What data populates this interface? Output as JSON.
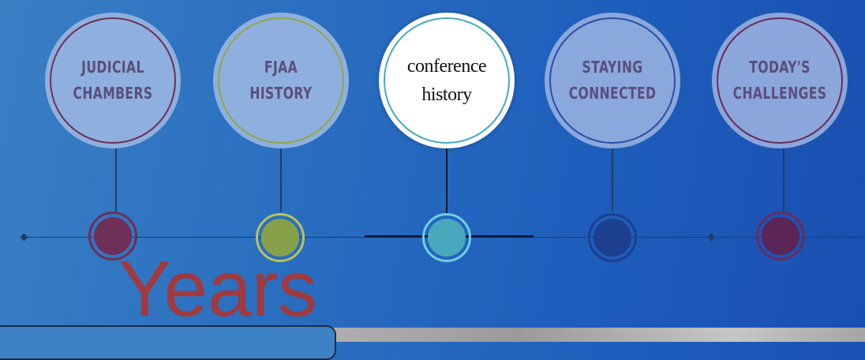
{
  "nav": {
    "items": [
      {
        "label_line1": "JUDICIAL",
        "label_line2": "CHAMBERS"
      },
      {
        "label_line1": "FJAA",
        "label_line2": "HISTORY"
      },
      {
        "label_line1": "conference",
        "label_line2": "history"
      },
      {
        "label_line1": "STAYING",
        "label_line2": "CONNECTED"
      },
      {
        "label_line1": "TODAY'S",
        "label_line2": "CHALLENGES"
      }
    ],
    "active_index": 2
  },
  "overlay": {
    "years_text": "Years"
  },
  "colors": {
    "bubble_fill": "#9bb6df",
    "active_fill": "#ffffff",
    "item_colors": [
      "#6e2f58",
      "#87a04a",
      "#48a9bd",
      "#1d3f8f",
      "#5c2558"
    ],
    "ring_colors": [
      "#6e2f58",
      "#8fa84a",
      "#48a9bd",
      "#2a4fa6",
      "#6a2b5e"
    ],
    "years_text": "#a03a3e"
  }
}
